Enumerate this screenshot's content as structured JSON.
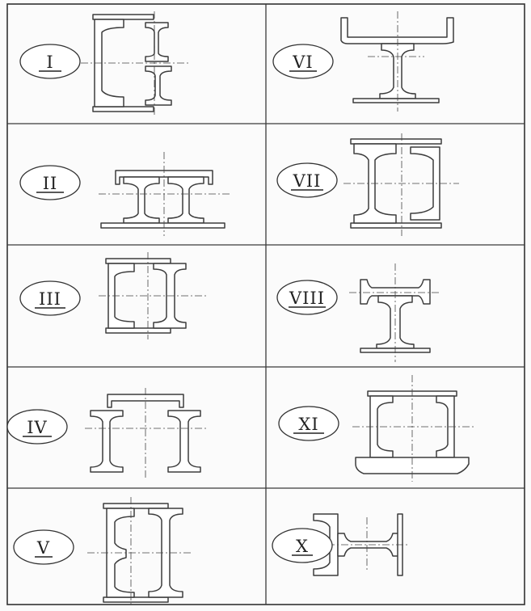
{
  "panels": [
    {
      "id": "p1",
      "label": "I"
    },
    {
      "id": "p2",
      "label": "II"
    },
    {
      "id": "p3",
      "label": "III"
    },
    {
      "id": "p4",
      "label": "IV"
    },
    {
      "id": "p5",
      "label": "V"
    },
    {
      "id": "p6",
      "label": "VI"
    },
    {
      "id": "p7",
      "label": "VII"
    },
    {
      "id": "p8",
      "label": "VIII"
    },
    {
      "id": "p9",
      "label": "XI"
    },
    {
      "id": "p10",
      "label": "X"
    }
  ]
}
